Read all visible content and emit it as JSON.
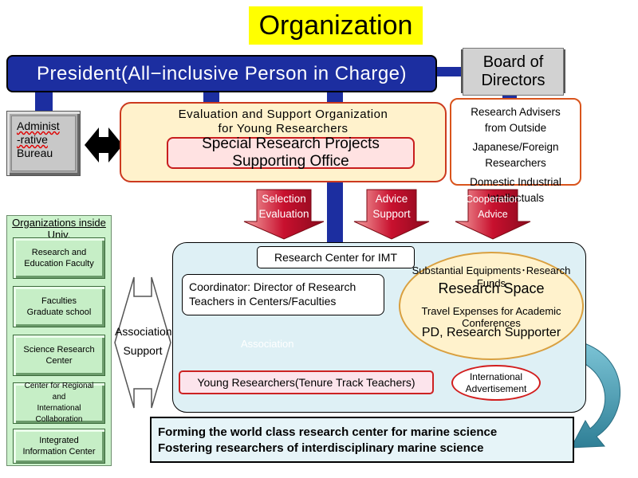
{
  "title": "Organization",
  "president": "President(All−inclusive Person in Charge)",
  "board": "Board of Directors",
  "admin": {
    "line1": "Administ",
    "line2": "-rative",
    "line3": "Bureau"
  },
  "evaluation_org": {
    "line1": "Evaluation and Support Organization",
    "line2": "for Young Researchers",
    "office": "Special Research Projects Supporting Office"
  },
  "advisers": {
    "line1": "Research Advisers",
    "line2": "from Outside",
    "line3": "Japanese/Foreign Researchers",
    "line4": "Domestic Industrial Intellectuals"
  },
  "down_arrows": [
    {
      "line1": "Selection",
      "line2": "Evaluation"
    },
    {
      "line1": "Advice",
      "line2": "Support"
    },
    {
      "line1": "Cooperation",
      "line2": "Advice"
    }
  ],
  "orgs": {
    "title": "Organizations inside Univ.",
    "items": [
      {
        "line1": "Research and",
        "line2": "Education Faculty"
      },
      {
        "line1": "Faculties",
        "line2": "Graduate school"
      },
      {
        "line1": "Science Research",
        "line2": "Center"
      },
      {
        "line1": "Center for Regional and",
        "line2": "International Collaboration"
      },
      {
        "line1": "Integrated",
        "line2": "Information Center"
      }
    ]
  },
  "side_arrow": {
    "line1": "Association",
    "line2": "Support"
  },
  "imt": "Research Center for IMT",
  "coordinator": {
    "line1": "Coordinator: Director of Research",
    "line2": "Teachers in Centers/Faculties"
  },
  "association": "Association",
  "young": "Young Researchers(Tenure Track Teachers)",
  "international": {
    "line1": "International",
    "line2": "Advertisement"
  },
  "resources": {
    "line1": "Substantial Equipments･Research Funds",
    "line2": "Research Space",
    "line3": "Travel Expenses for Academic Conferences",
    "line4": "PD, Research Supporter"
  },
  "bottom": {
    "line1": "Forming the world class research center for marine science",
    "line2": "Fostering researchers of interdisciplinary marine science"
  },
  "colors": {
    "president_blue": "#1c2ea0",
    "arrow_red": "#c8102e",
    "panel_cyan": "#def0f5",
    "curve_teal": "#4fa3b8",
    "title_yellow": "#ffff00"
  }
}
